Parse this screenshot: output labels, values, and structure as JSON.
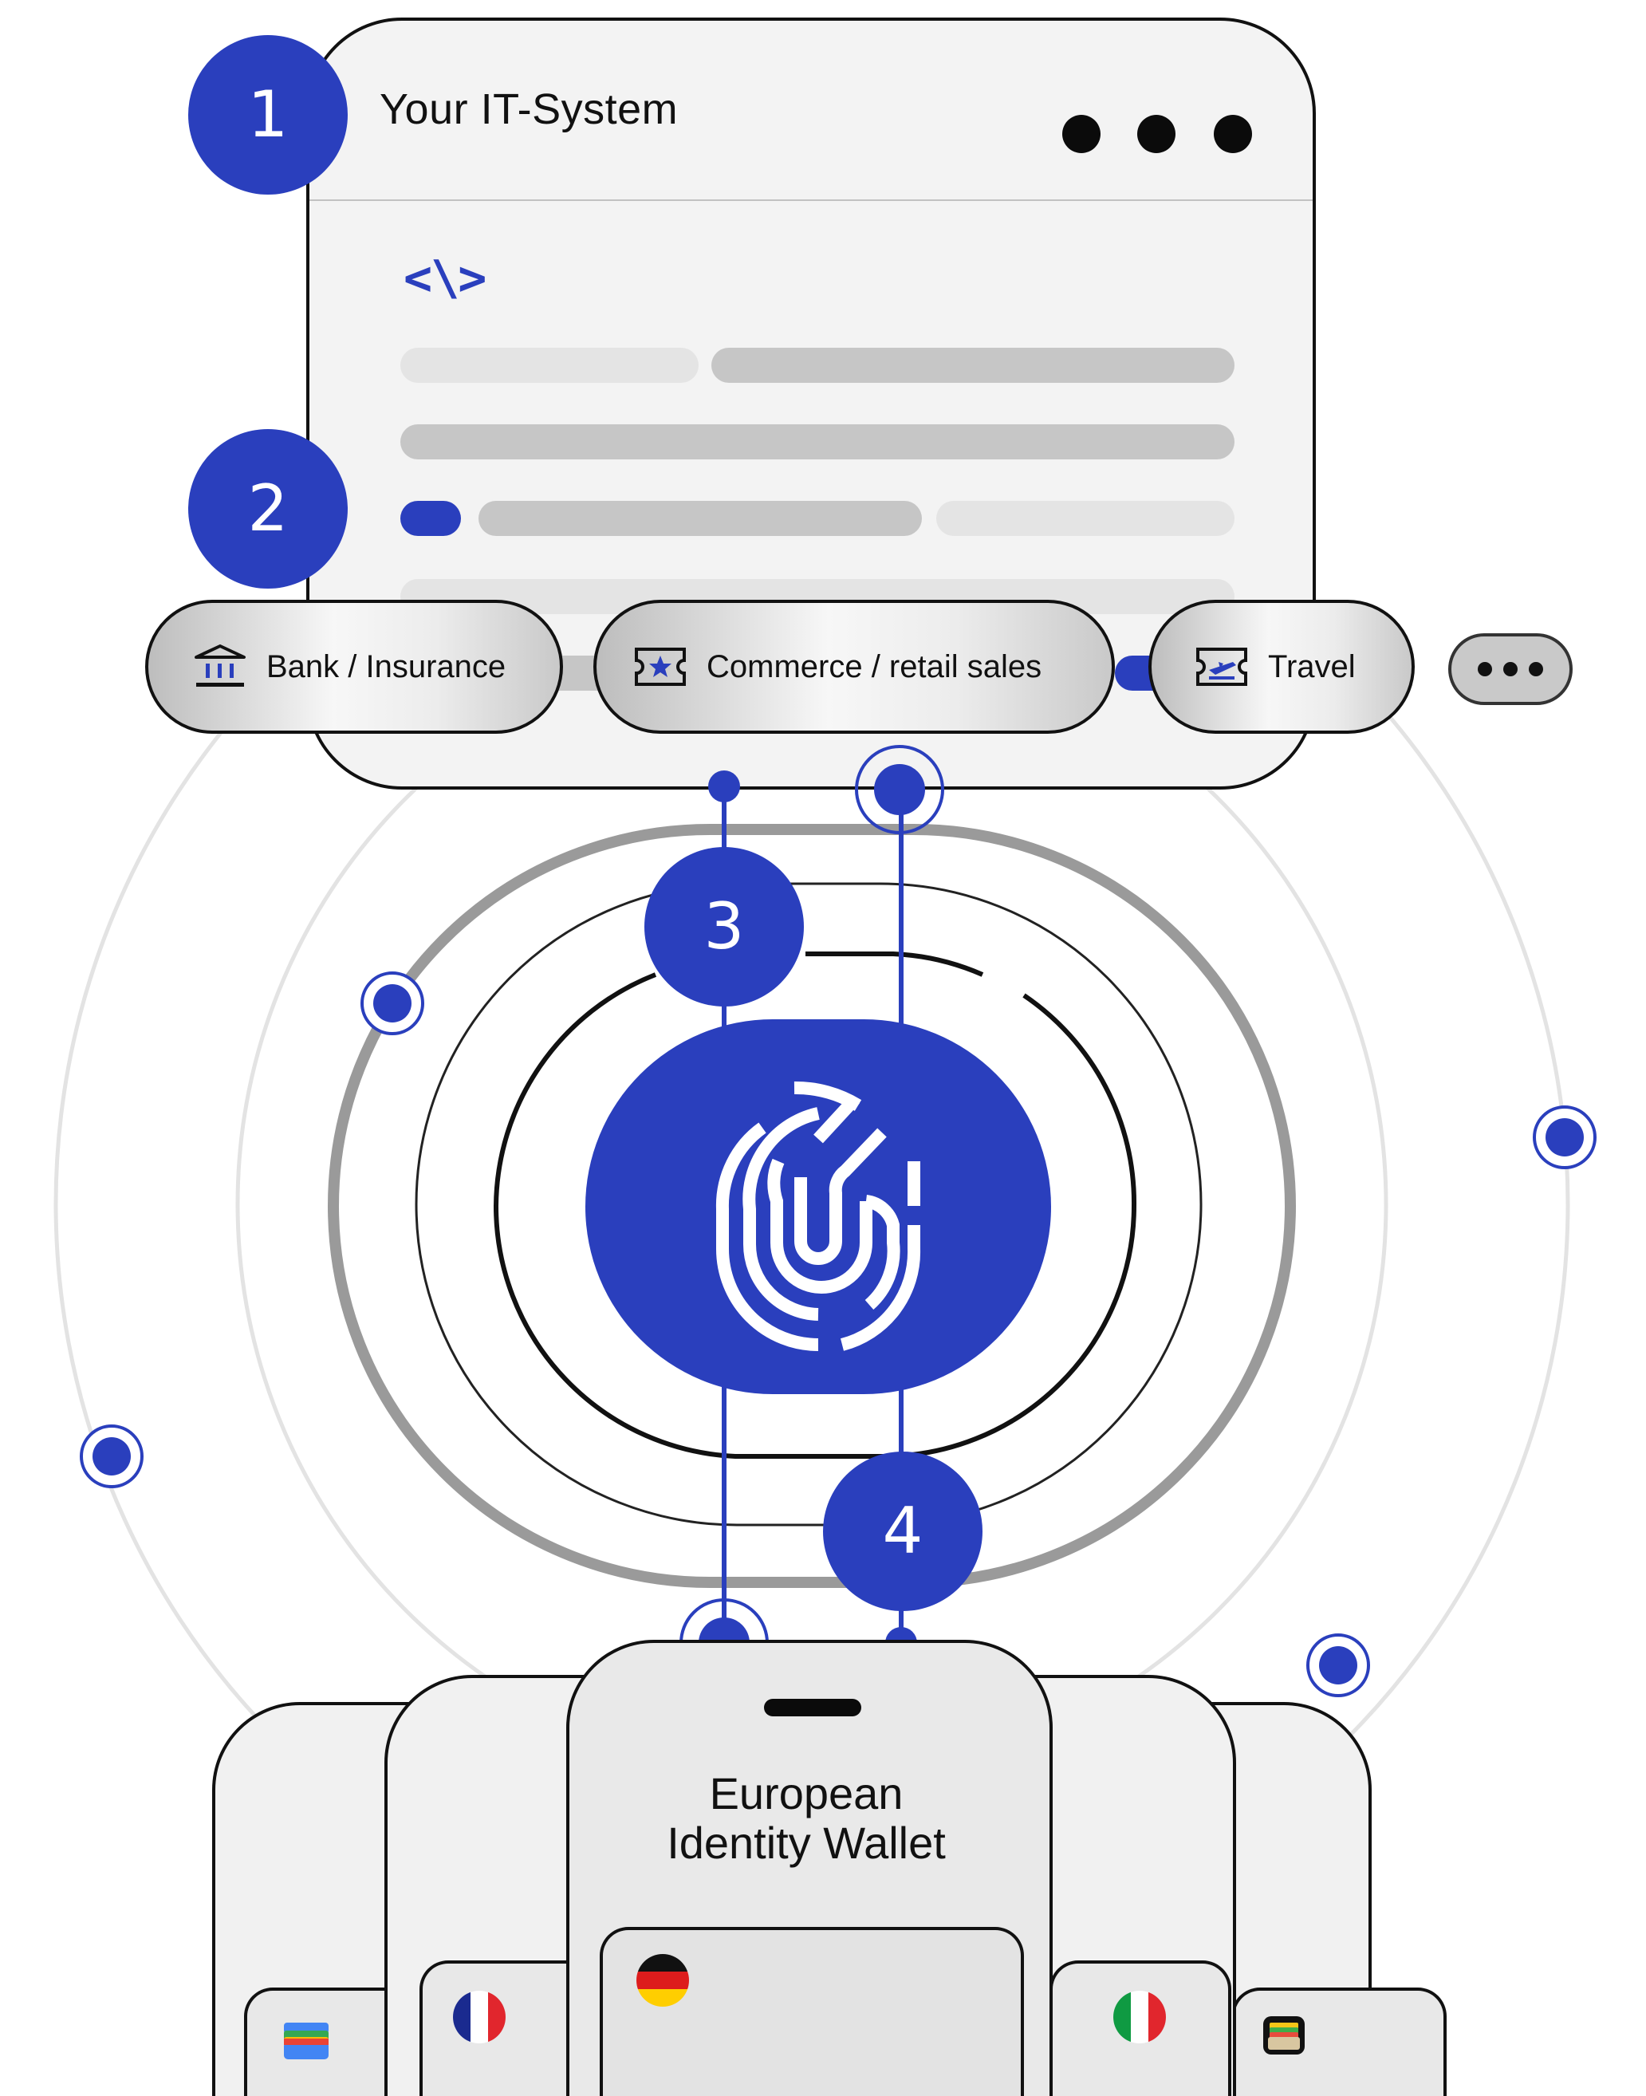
{
  "window": {
    "title": "Your IT-System"
  },
  "steps": [
    "1",
    "2",
    "3",
    "4"
  ],
  "categories": [
    {
      "label": "Bank / Insurance",
      "icon": "bank-icon"
    },
    {
      "label": "Commerce / retail sales",
      "icon": "ticket-star-icon"
    },
    {
      "label": "Travel",
      "icon": "plane-ticket-icon"
    }
  ],
  "wallet": {
    "title_line1": "European",
    "title_line2": "Identity Wallet",
    "cards": [
      {
        "icon": "google-wallet-icon"
      },
      {
        "icon": "flag-france-icon"
      },
      {
        "icon": "flag-germany-icon"
      },
      {
        "icon": "flag-italy-icon"
      },
      {
        "icon": "apple-wallet-icon"
      }
    ]
  },
  "colors": {
    "accent": "#2a3fbd",
    "ink": "#111111",
    "ring_light": "#e3e3e3",
    "ring_mid": "#9a9a9a"
  }
}
